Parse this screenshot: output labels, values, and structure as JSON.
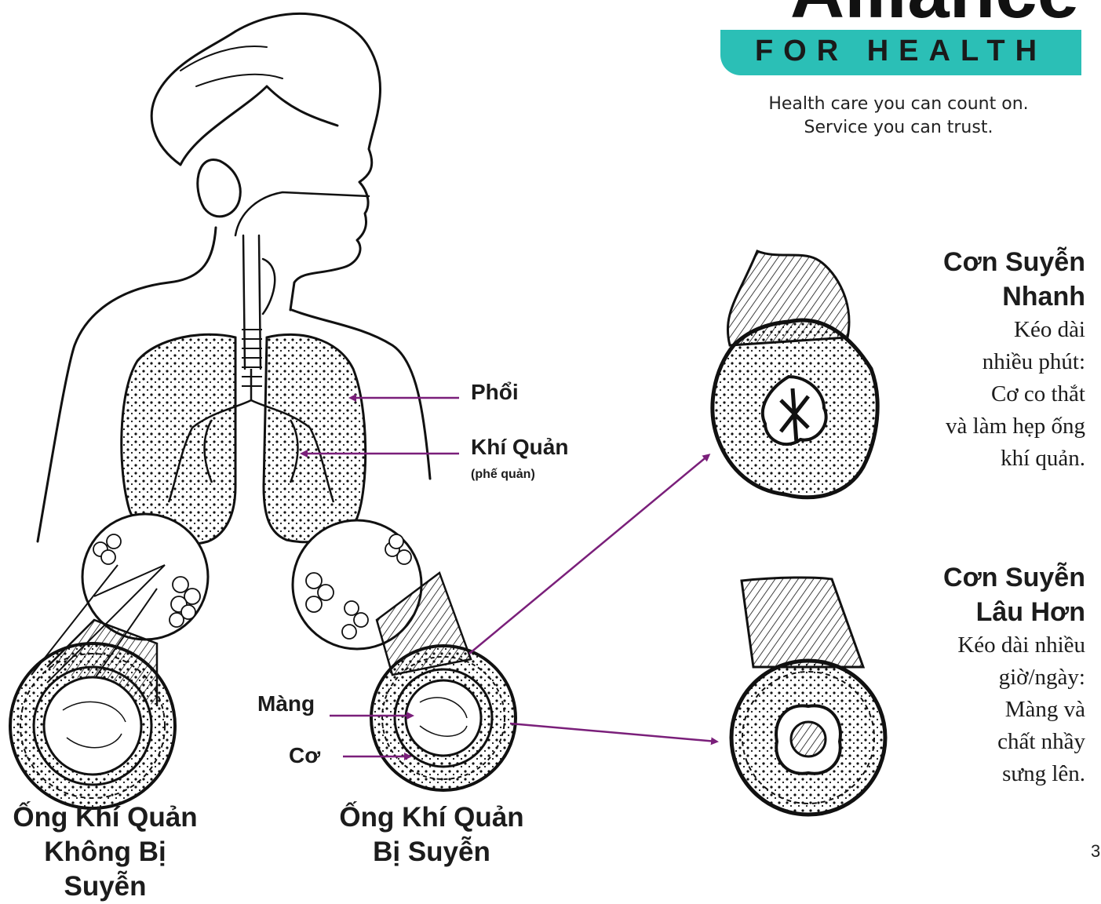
{
  "brand": {
    "name": "Alliance",
    "sub": "FOR HEALTH",
    "tagline": [
      "Health care you can count on.",
      "Service you can trust."
    ],
    "color": "#2bbfb6"
  },
  "labels": {
    "lungs": "Phổi",
    "bronchi": "Khí Quản",
    "bronchi_sub": "(phế quản)",
    "membrane": "Màng",
    "muscle": "Cơ"
  },
  "episodes": {
    "fast": {
      "title": [
        "Cơn Suyễn",
        "Nhanh"
      ],
      "desc": [
        "Kéo dài",
        "nhiều phút:",
        "Cơ co thắt",
        "và làm hẹp ống",
        "khí quản."
      ]
    },
    "long": {
      "title": [
        "Cơn Suyễn",
        "Lâu Hơn"
      ],
      "desc": [
        "Kéo dài nhiều",
        "giờ/ngày:",
        "Màng và",
        "chất nhầy",
        "sưng lên."
      ]
    }
  },
  "captions": {
    "normal": [
      "Ống Khí Quản",
      "Không Bị Suyễn"
    ],
    "asthma": [
      "Ống Khí Quản",
      "Bị Suyễn"
    ]
  },
  "page_number": "3",
  "arrow_color": "#7a1f7a"
}
